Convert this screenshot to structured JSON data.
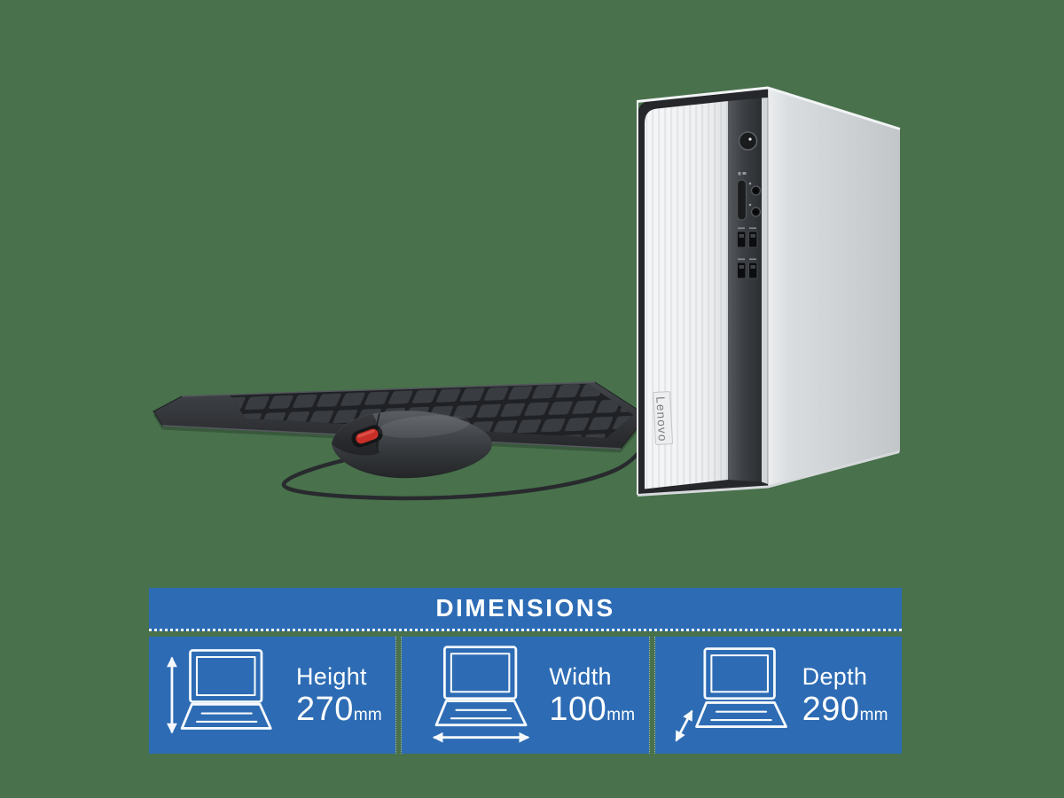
{
  "colors": {
    "background_green": "#48714C",
    "panel_blue": "#2D6CB4",
    "text_white": "#FFFFFF",
    "mouse_wheel_red": "#C92F28"
  },
  "product": {
    "logo_text": "Lenovo"
  },
  "dimensions_panel": {
    "title": "DIMENSIONS",
    "cards": [
      {
        "icon": "laptop-height-icon",
        "label": "Height",
        "value": "270",
        "unit": "mm"
      },
      {
        "icon": "laptop-width-icon",
        "label": "Width",
        "value": "100",
        "unit": "mm"
      },
      {
        "icon": "laptop-depth-icon",
        "label": "Depth",
        "value": "290",
        "unit": "mm"
      }
    ]
  }
}
